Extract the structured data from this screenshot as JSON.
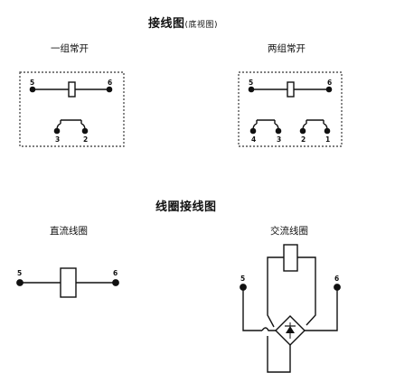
{
  "sections": {
    "wiring": {
      "title": "接线图",
      "note": "(底视图)",
      "single": {
        "label": "一组常开",
        "pins": {
          "coil_left": "5",
          "coil_right": "6",
          "contact_left": "3",
          "contact_right": "2"
        }
      },
      "double": {
        "label": "两组常开",
        "pins": {
          "coil_left": "5",
          "coil_right": "6",
          "c1_left": "4",
          "c1_right": "3",
          "c2_left": "2",
          "c2_right": "1"
        }
      }
    },
    "coil": {
      "title": "线圈接线图",
      "dc": {
        "label": "直流线圈",
        "pins": {
          "left": "5",
          "right": "6"
        }
      },
      "ac": {
        "label": "交流线圈",
        "pins": {
          "left": "5",
          "right": "6"
        }
      }
    }
  },
  "colors": {
    "line": "#111111",
    "box_border": "#555555"
  },
  "icons": {
    "rectifier": "bridge-rectifier-icon"
  }
}
